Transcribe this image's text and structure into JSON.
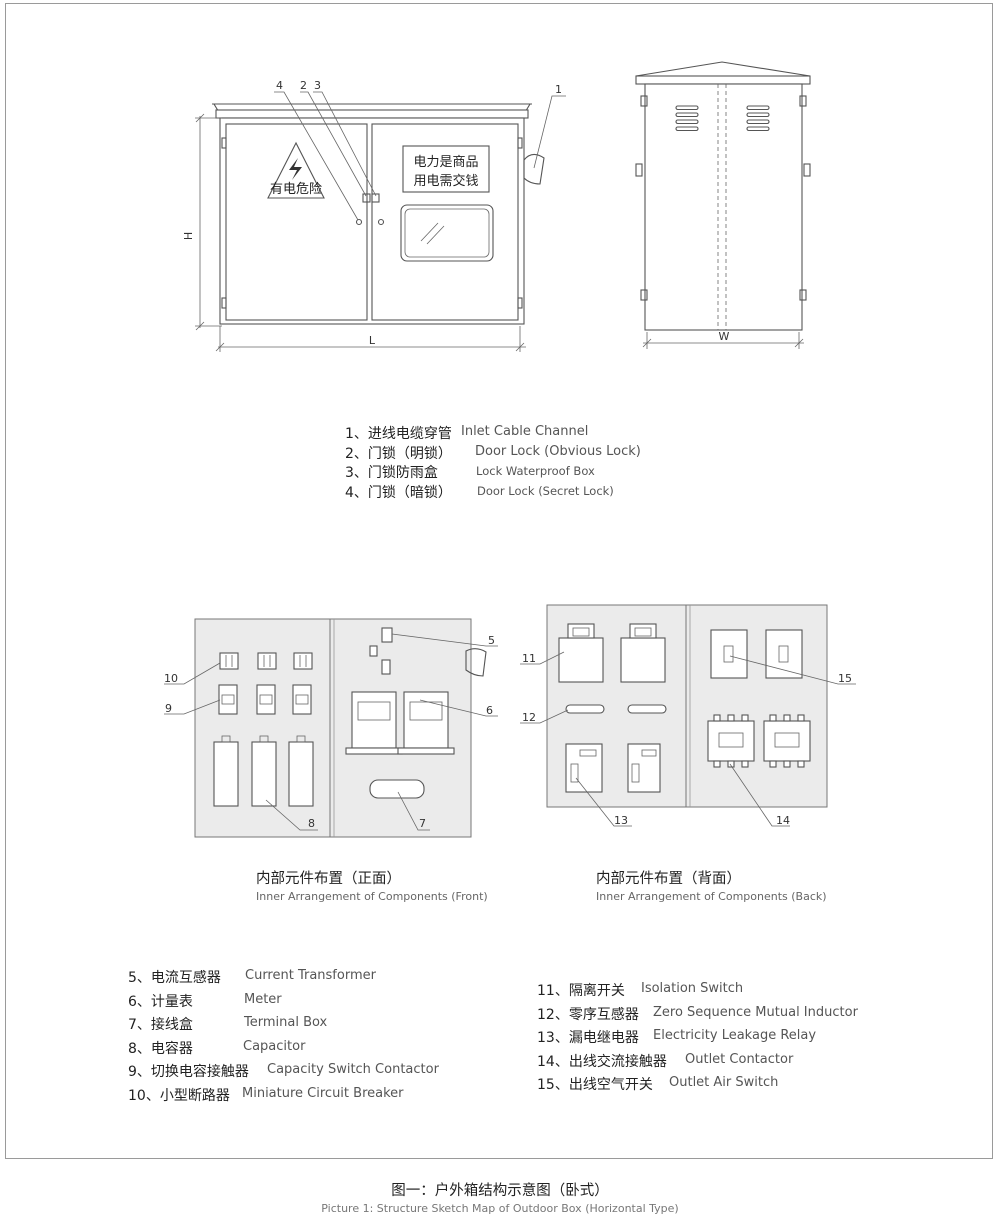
{
  "figure": {
    "title_zh": "图一：户外箱结构示意图（卧式）",
    "title_en": "Picture 1: Structure Sketch Map of Outdoor Box (Horizontal Type)"
  },
  "drawing_labels": {
    "height": "H",
    "length": "L",
    "width": "W",
    "warning_sign": "有电危险",
    "notice_line1": "电力是商品",
    "notice_line2": "用电需交钱",
    "callout_1": "1",
    "callout_2": "2",
    "callout_3": "3",
    "callout_4": "4",
    "callout_5": "5",
    "callout_6": "6",
    "callout_7": "7",
    "callout_8": "8",
    "callout_9": "9",
    "callout_10": "10",
    "callout_11": "11",
    "callout_12": "12",
    "callout_13": "13",
    "callout_14": "14",
    "callout_15": "15"
  },
  "legend_top": [
    {
      "zh": "1、进线电缆穿管",
      "en": "Inlet Cable Channel"
    },
    {
      "zh": "2、门锁（明锁）",
      "en": "Door Lock (Obvious Lock)"
    },
    {
      "zh": "3、门锁防雨盒",
      "en": "Lock Waterproof Box"
    },
    {
      "zh": "4、门锁（暗锁）",
      "en": "Door Lock (Secret Lock)"
    }
  ],
  "captions": {
    "front_zh": "内部元件布置（正面）",
    "front_en": "Inner Arrangement of Components (Front)",
    "back_zh": "内部元件布置（背面）",
    "back_en": "Inner Arrangement of Components (Back)"
  },
  "legend_left": [
    {
      "zh": "5、电流互感器",
      "en": "Current Transformer"
    },
    {
      "zh": "6、计量表",
      "en": "Meter"
    },
    {
      "zh": "7、接线盒",
      "en": "Terminal Box"
    },
    {
      "zh": "8、电容器",
      "en": "Capacitor"
    },
    {
      "zh": "9、切换电容接触器",
      "en": "Capacity Switch Contactor"
    },
    {
      "zh": "10、小型断路器",
      "en": "Miniature Circuit Breaker"
    }
  ],
  "legend_right": [
    {
      "zh": "11、隔离开关",
      "en": "Isolation Switch"
    },
    {
      "zh": "12、零序互感器",
      "en": "Zero Sequence Mutual Inductor"
    },
    {
      "zh": "13、漏电继电器",
      "en": "Electricity Leakage Relay"
    },
    {
      "zh": "14、出线交流接触器",
      "en": "Outlet Contactor"
    },
    {
      "zh": "15、出线空气开关",
      "en": "Outlet Air Switch"
    }
  ]
}
